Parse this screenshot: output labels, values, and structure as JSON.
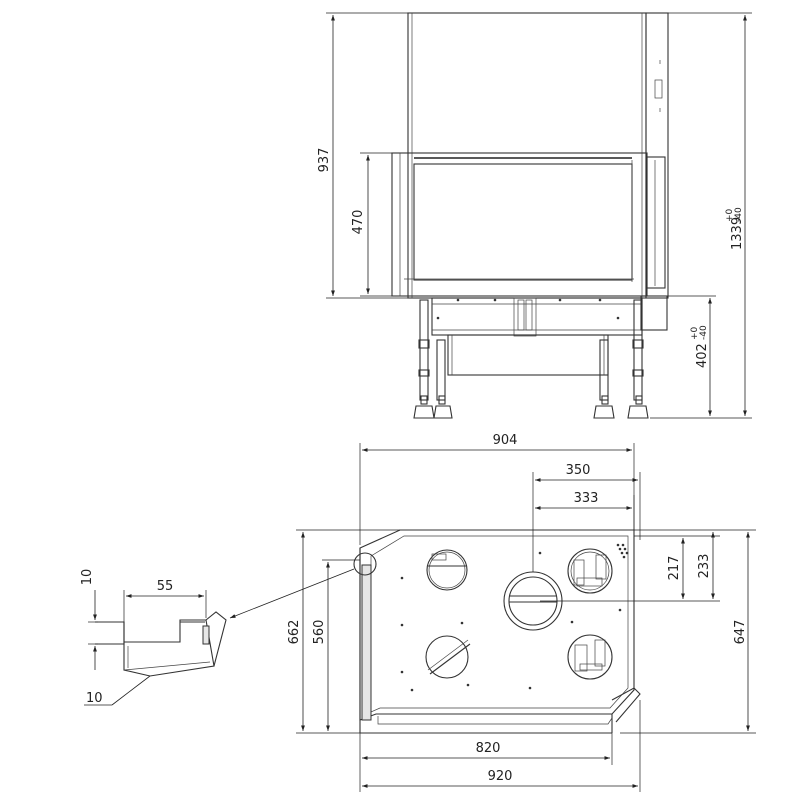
{
  "dimensions": {
    "front_total_height": "937",
    "front_door_height": "470",
    "side_total_height": "1339",
    "side_total_tol_upper": "+0",
    "side_total_tol_lower": "-40",
    "leg_height": "402",
    "leg_tol_upper": "+0",
    "leg_tol_lower": "-40",
    "top_width": "904",
    "pipe_offset_350": "350",
    "pipe_offset_333": "333",
    "depth_217": "217",
    "depth_233": "233",
    "depth_647": "647",
    "depth_662": "662",
    "depth_560": "560",
    "width_820": "820",
    "width_920": "920",
    "detail_width": "55",
    "detail_height_top": "10",
    "detail_height_bottom": "10"
  }
}
